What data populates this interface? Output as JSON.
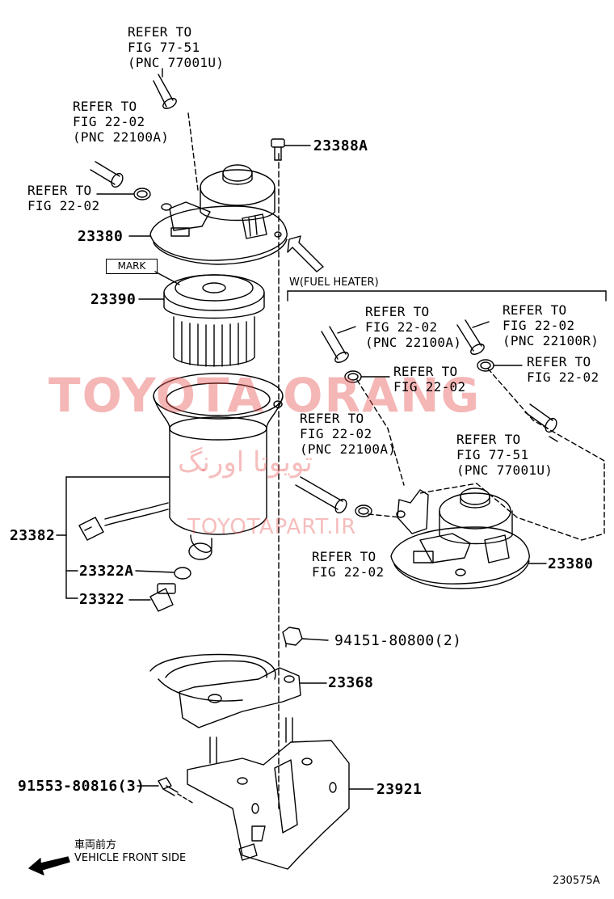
{
  "labels": {
    "ref_77_51_top": "REFER TO\nFIG 77-51\n(PNC 77001U)",
    "ref_22_02_a": "REFER TO\nFIG 22-02\n(PNC 22100A)",
    "ref_22_02_b": "REFER TO\nFIG 22-02",
    "ref_22_02_c": "REFER TO\nFIG 22-02\n(PNC 22100A)",
    "ref_22_02_d": "REFER TO\nFIG 22-02\n(PNC 22100R)",
    "ref_22_02_e": "REFER TO\nFIG 22-02",
    "ref_22_02_f": "REFER TO\nFIG 22-02",
    "ref_22_02_g": "REFER TO\nFIG 22-02\n(PNC 22100A)",
    "ref_77_51_right": "REFER TO\nFIG 77-51\n(PNC 77001U)",
    "ref_22_02_h": "REFER TO\nFIG 22-02"
  },
  "parts": {
    "p23388A": "23388A",
    "p23380_left": "23380",
    "p23390": "23390",
    "p23382": "23382",
    "p23322A": "23322A",
    "p23322": "23322",
    "p23380_right": "23380",
    "p94151": "94151-80800(2)",
    "p23368": "23368",
    "p91553": "91553-80816(3)",
    "p23921": "23921"
  },
  "mark_label": "MARK",
  "fuel_heater_label": "W(FUEL HEATER)",
  "vehicle_front_jp": "車両前方",
  "vehicle_front_en": "VEHICLE FRONT SIDE",
  "figure_id": "230575A",
  "watermark": {
    "brand": "TOYOTA ORANG",
    "persian": "تویوتا اورنگ",
    "site": "TOYOTAPART.IR",
    "color": "#e85050"
  }
}
